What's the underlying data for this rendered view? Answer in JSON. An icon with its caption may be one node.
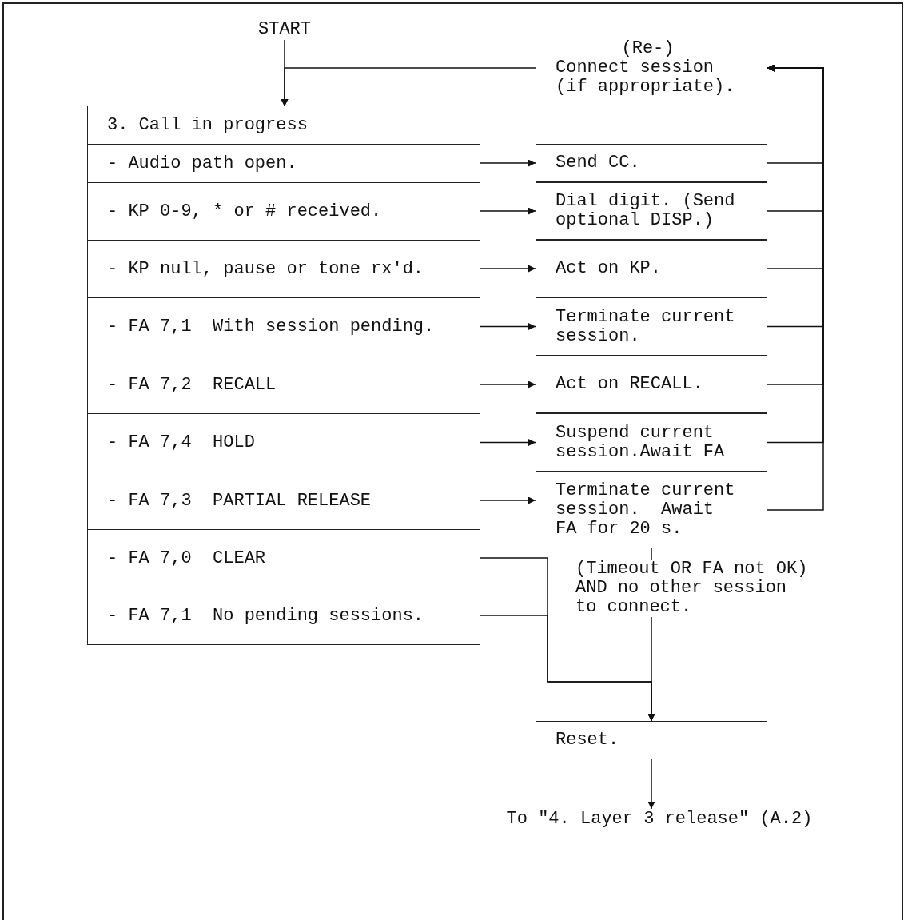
{
  "diagram": {
    "nodes": [
      {
        "text": [
          "START"
        ]
      },
      {
        "text": [
          "(Re-)",
          "Connect session (if appropriate)."
        ]
      },
      {
        "text": [
          "3. Call in progress"
        ]
      },
      {
        "text": [
          "- Audio path open."
        ],
        "in": 2
      },
      {
        "text": [
          "- KP 0-9, * or # received."
        ],
        "in": 2
      },
      {
        "text": [
          "- KP null, pause or tone rx'd."
        ],
        "in": 2
      },
      {
        "text": [
          "- FA 7,1  With session pending."
        ],
        "in": 2
      },
      {
        "text": [
          "- FA 7,2  RECALL"
        ],
        "in": 2
      },
      {
        "text": [
          "- FA 7,4  HOLD"
        ],
        "in": 2
      },
      {
        "text": [
          "- FA 7,3  PARTIAL RELEASE"
        ],
        "in": 2
      },
      {
        "text": [
          "- FA 7,0  CLEAR"
        ],
        "in": 2
      },
      {
        "text": [
          "- FA 7,1  No pending sessions."
        ],
        "in": 2
      },
      {
        "text": [
          "Send CC."
        ]
      },
      {
        "text": [
          "Dial digit. (Send optional DISP.)"
        ]
      },
      {
        "text": [
          "Act on KP."
        ]
      },
      {
        "text": [
          "Terminate current session."
        ]
      },
      {
        "text": [
          "Act on RECALL."
        ]
      },
      {
        "text": [
          "Suspend current session.Await FA"
        ]
      },
      {
        "text": [
          "Terminate current session.  Await FA for 20 s."
        ]
      },
      {
        "text": [
          "Reset."
        ]
      },
      {
        "text": [
          "To \"4. Layer 3 release\" (A.2)"
        ]
      }
    ],
    "edges": [
      {
        "from": 0,
        "to": 2,
        "arrow": "to"
      },
      {
        "from": 1,
        "to": 2,
        "arrow": "to"
      },
      {
        "from": 3,
        "to": 12,
        "arrow": "to"
      },
      {
        "from": 4,
        "to": 13,
        "arrow": "to"
      },
      {
        "from": 5,
        "to": 14,
        "arrow": "to"
      },
      {
        "from": 6,
        "to": 15,
        "arrow": "to"
      },
      {
        "from": 7,
        "to": 16,
        "arrow": "to"
      },
      {
        "from": 8,
        "to": 17,
        "arrow": "to"
      },
      {
        "from": 9,
        "to": 18,
        "arrow": "to"
      },
      {
        "from": 12,
        "to": 1,
        "arrow": "to"
      },
      {
        "from": 13,
        "to": 1,
        "arrow": "to"
      },
      {
        "from": 14,
        "to": 1,
        "arrow": "to"
      },
      {
        "from": 15,
        "to": 1,
        "arrow": "to"
      },
      {
        "from": 16,
        "to": 1,
        "arrow": "to"
      },
      {
        "from": 17,
        "to": 1,
        "arrow": "to"
      },
      {
        "from": 18,
        "to": 1,
        "arrow": "to"
      },
      {
        "from": 10,
        "to": 19,
        "arrow": "to"
      },
      {
        "from": 11,
        "to": 19,
        "arrow": "to"
      },
      {
        "from": 18,
        "to": 19,
        "arrow": "to",
        "label": "(Timeout OR FA not OK) AND no other session to connect."
      },
      {
        "from": 19,
        "to": 20,
        "arrow": "to"
      }
    ]
  }
}
